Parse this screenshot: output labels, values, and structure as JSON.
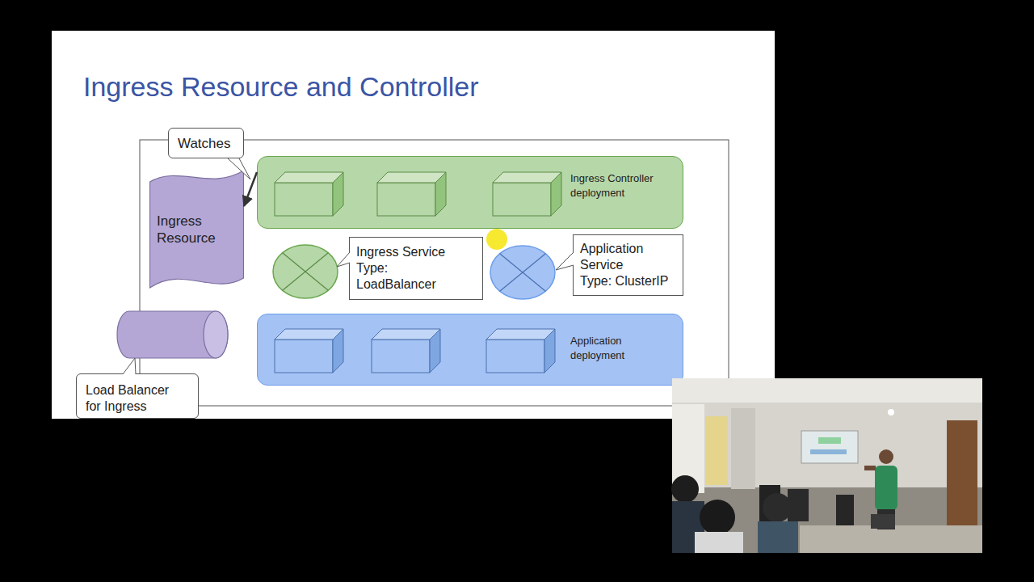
{
  "diagram": {
    "title": "Ingress Resource and Controller",
    "nodes": [
      {
        "text": [
          "Watches"
        ]
      },
      {
        "text": [
          "Ingress Resource"
        ]
      },
      {
        "text": [
          "Ingress Controller deployment"
        ]
      },
      {
        "text": [
          "Ingress Service",
          "Type: LoadBalancer"
        ]
      },
      {
        "text": [
          "Application Service",
          "Type: ClusterIP"
        ]
      },
      {
        "text": [
          "Application deployment"
        ]
      },
      {
        "text": [
          "Load Balancer for Ingress"
        ]
      }
    ],
    "edges": [
      {
        "from": 2,
        "to": 1,
        "arrow": "to"
      }
    ]
  }
}
